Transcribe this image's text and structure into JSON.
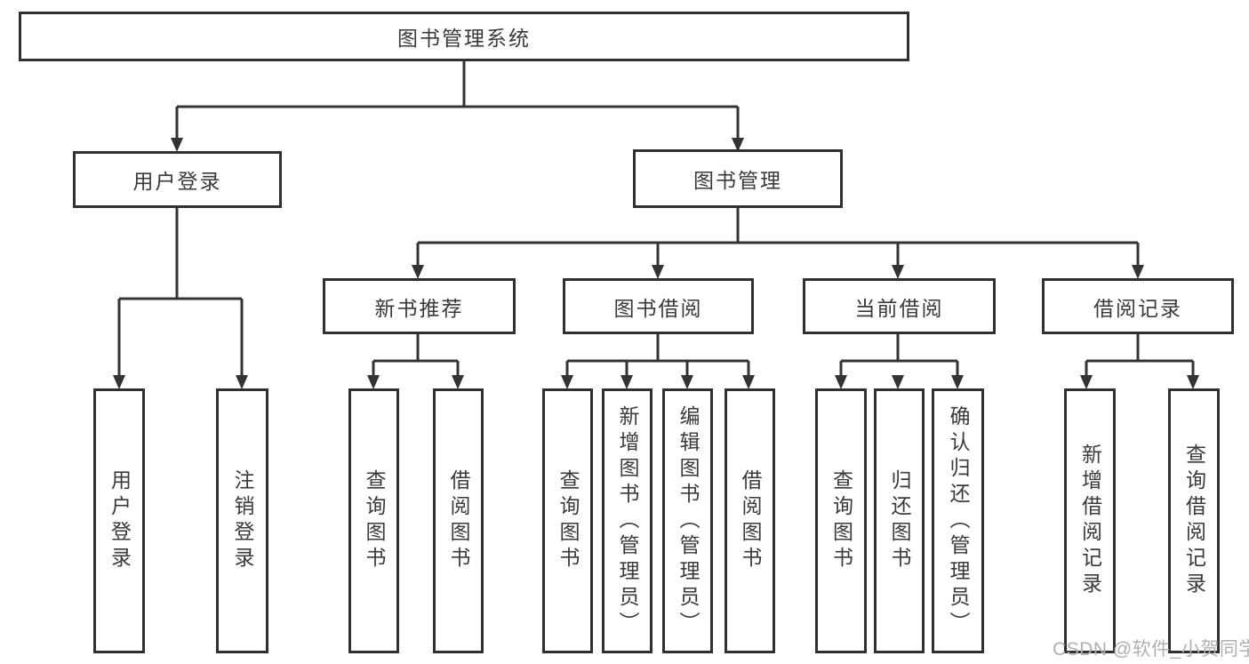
{
  "tree": {
    "label": "图书管理系统",
    "children": [
      {
        "label": "用户登录",
        "children": [
          {
            "label": "用户登录"
          },
          {
            "label": "注销登录"
          }
        ]
      },
      {
        "label": "图书管理",
        "children": [
          {
            "label": "新书推荐",
            "children": [
              {
                "label": "查询图书"
              },
              {
                "label": "借阅图书"
              }
            ]
          },
          {
            "label": "图书借阅",
            "children": [
              {
                "label": "查询图书"
              },
              {
                "label": "新增图书（管理员）"
              },
              {
                "label": "编辑图书（管理员）"
              },
              {
                "label": "借阅图书"
              }
            ]
          },
          {
            "label": "当前借阅",
            "children": [
              {
                "label": "查询图书"
              },
              {
                "label": "归还图书"
              },
              {
                "label": "确认归还（管理员）"
              }
            ]
          },
          {
            "label": "借阅记录",
            "children": [
              {
                "label": "新增借阅记录"
              },
              {
                "label": "查询借阅记录"
              }
            ]
          }
        ]
      }
    ]
  },
  "watermark": {
    "text": "CSDN @软件_小贺同学"
  },
  "colors": {
    "line": "#333333",
    "border": "#303030",
    "text": "#3a3a3a",
    "watermark": "#b0b0b0",
    "background": "#ffffff"
  }
}
